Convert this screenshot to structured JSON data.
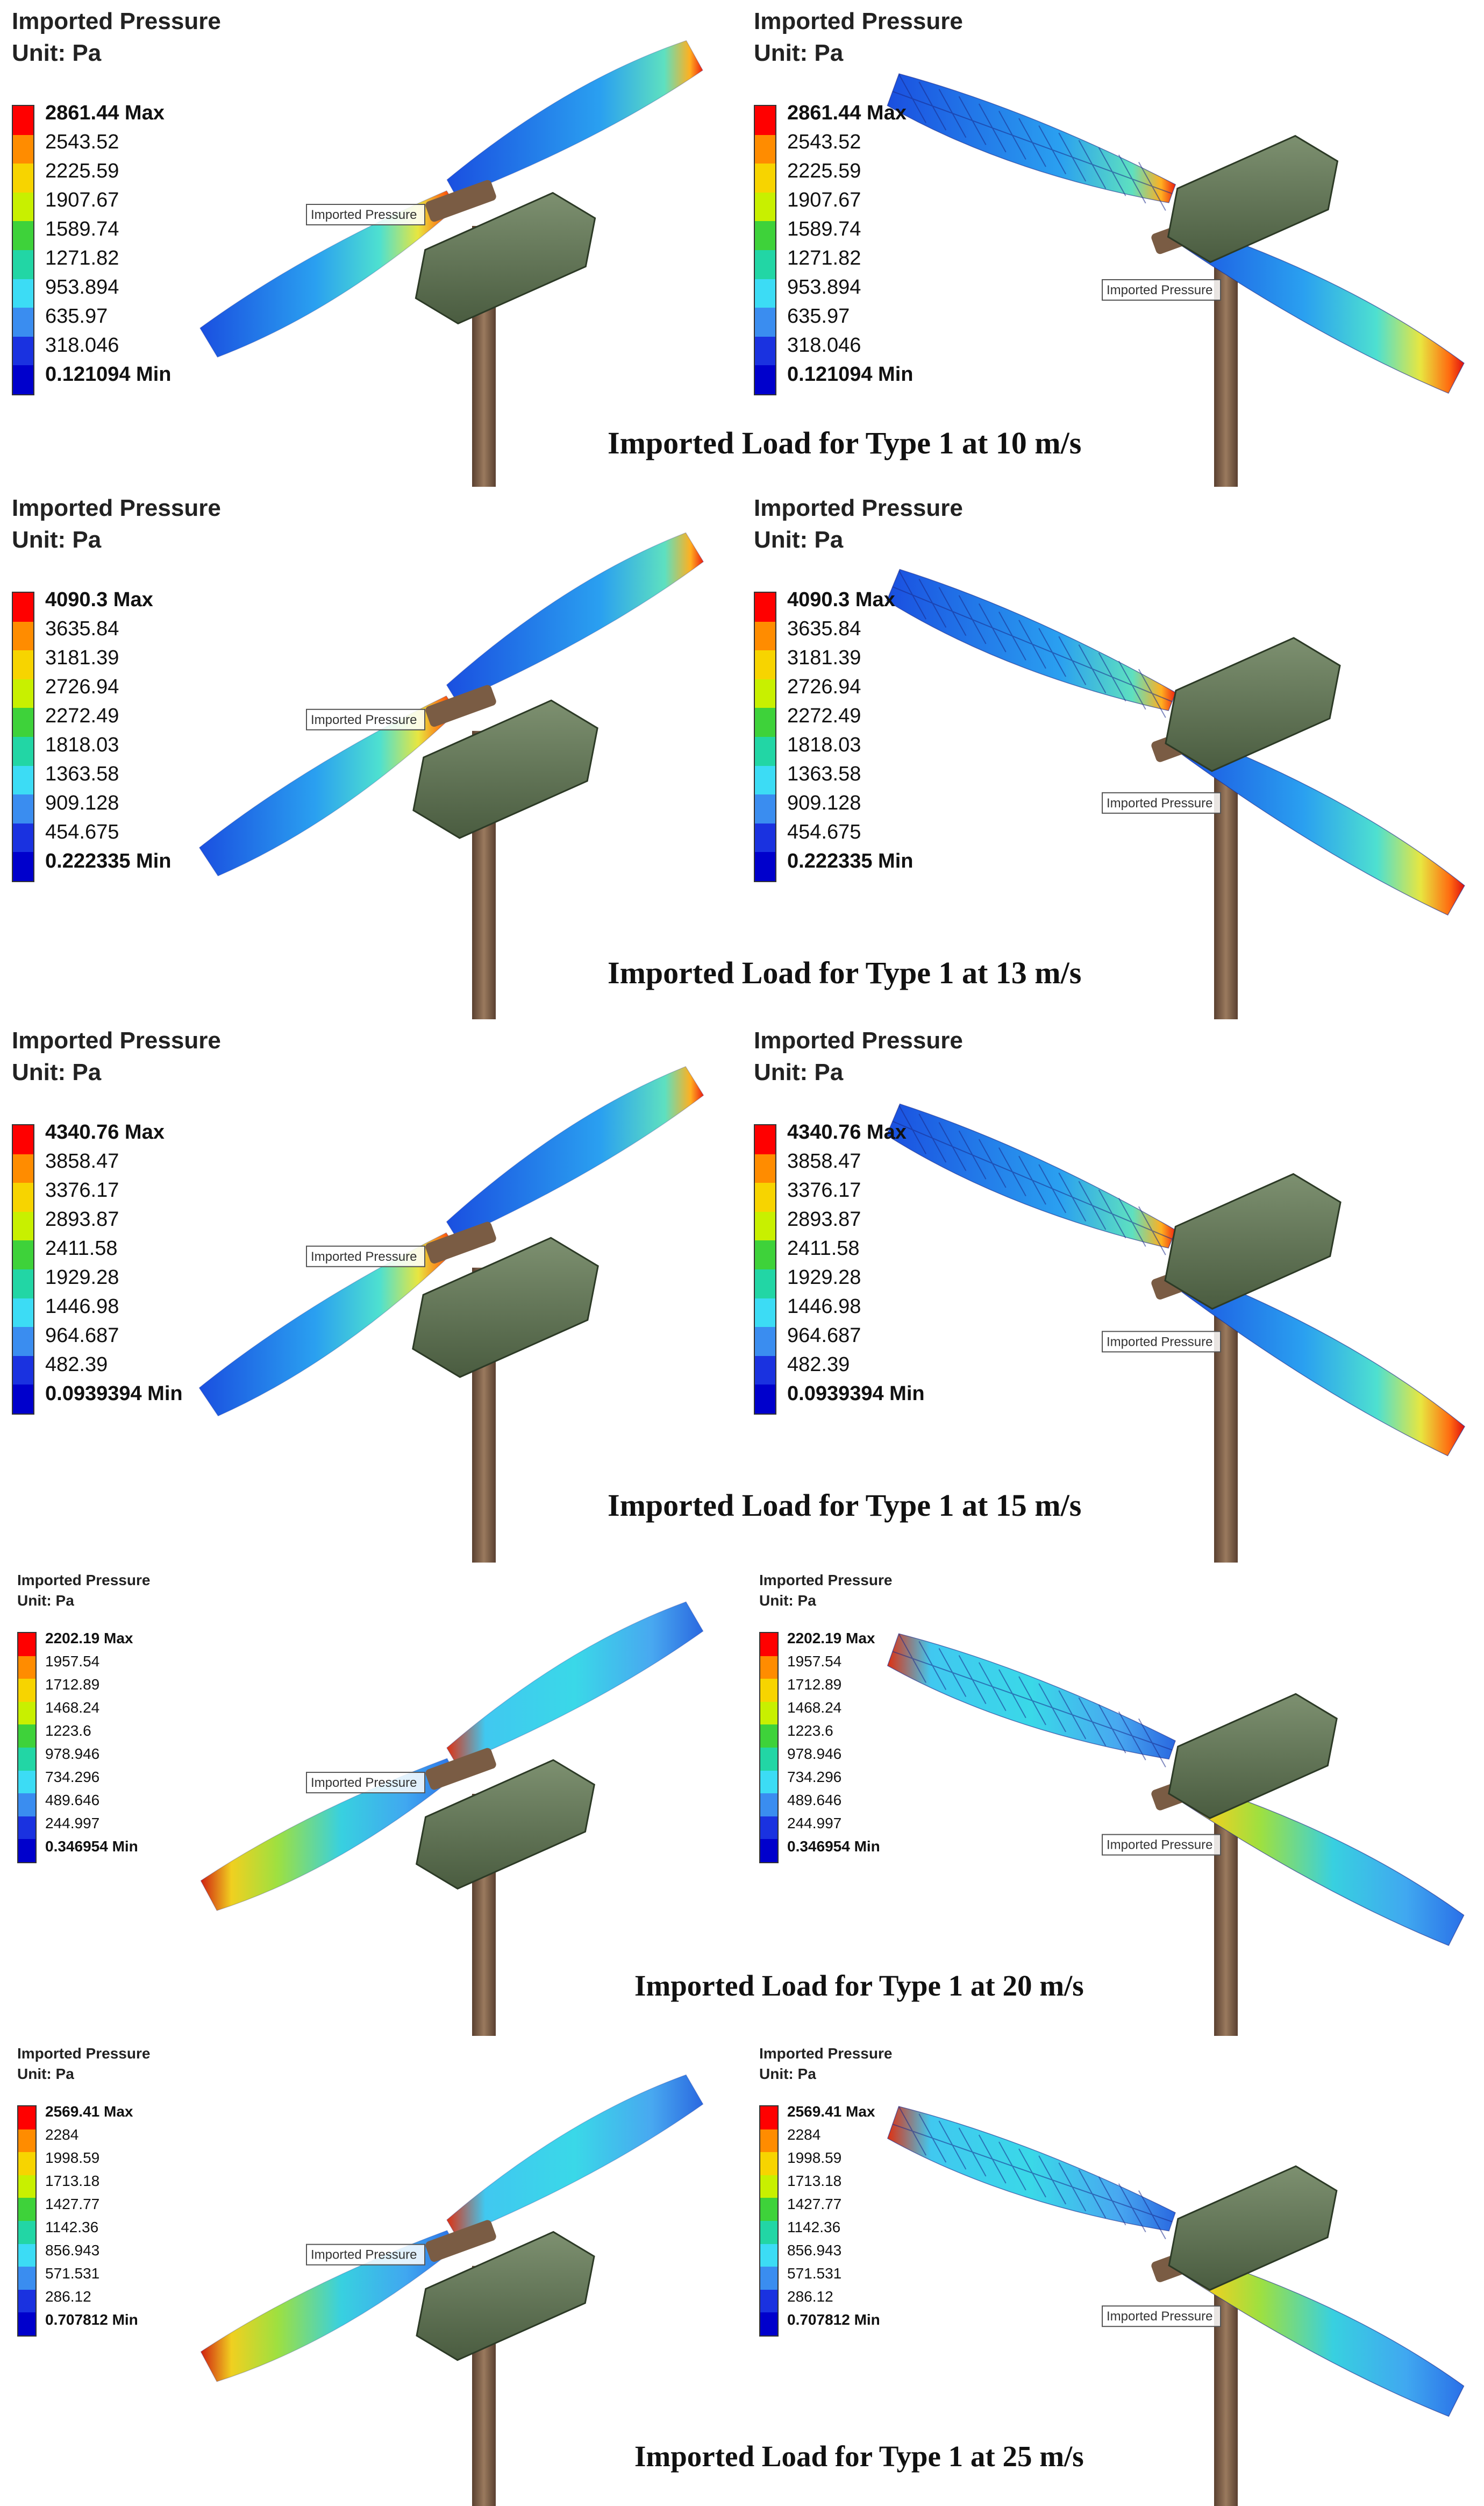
{
  "colors": {
    "scale": [
      "#ff0000",
      "#ff8c00",
      "#f7d400",
      "#c8f000",
      "#3ed23a",
      "#22d6a5",
      "#3cdcf5",
      "#3a8df0",
      "#1a32e0",
      "#0000cc"
    ],
    "hub_green": "#5d7150",
    "pole_brown": "#7a5c44",
    "wireframe": "#1a2a8a"
  },
  "rows": [
    {
      "caption": "Imported Load for Type 1 at 10 m/s",
      "panels": [
        {
          "title": "Imported Pressure",
          "unit": "Unit: Pa",
          "probe_label": "Imported Pressure",
          "levels": [
            "2861.44 Max",
            "2543.52",
            "2225.59",
            "1907.67",
            "1589.74",
            "1271.82",
            "953.894",
            "635.97",
            "318.046",
            "0.121094 Min"
          ],
          "pressure_peak": [
            "tip"
          ]
        },
        {
          "title": "Imported Pressure",
          "unit": "Unit: Pa",
          "probe_label": "Imported Pressure",
          "levels": [
            "2861.44 Max",
            "2543.52",
            "2225.59",
            "1907.67",
            "1589.74",
            "1271.82",
            "953.894",
            "635.97",
            "318.046",
            "0.121094 Min"
          ],
          "pressure_peak": [
            "tip"
          ]
        }
      ]
    },
    {
      "caption": "Imported Load for Type 1 at 13 m/s",
      "panels": [
        {
          "title": "Imported Pressure",
          "unit": "Unit: Pa",
          "probe_label": "Imported Pressure",
          "levels": [
            "4090.3 Max",
            "3635.84",
            "3181.39",
            "2726.94",
            "2272.49",
            "1818.03",
            "1363.58",
            "909.128",
            "454.675",
            "0.222335 Min"
          ],
          "pressure_peak": [
            "tip"
          ]
        },
        {
          "title": "Imported Pressure",
          "unit": "Unit: Pa",
          "probe_label": "Imported Pressure",
          "levels": [
            "4090.3 Max",
            "3635.84",
            "3181.39",
            "2726.94",
            "2272.49",
            "1818.03",
            "1363.58",
            "909.128",
            "454.675",
            "0.222335 Min"
          ],
          "pressure_peak": [
            "tip"
          ]
        }
      ]
    },
    {
      "caption": "Imported Load for Type 1 at 15 m/s",
      "panels": [
        {
          "title": "Imported Pressure",
          "unit": "Unit: Pa",
          "probe_label": "Imported Pressure",
          "levels": [
            "4340.76 Max",
            "3858.47",
            "3376.17",
            "2893.87",
            "2411.58",
            "1929.28",
            "1446.98",
            "964.687",
            "482.39",
            "0.0939394 Min"
          ],
          "pressure_peak": [
            "tip"
          ]
        },
        {
          "title": "Imported Pressure",
          "unit": "Unit: Pa",
          "probe_label": "Imported Pressure",
          "levels": [
            "4340.76 Max",
            "3858.47",
            "3376.17",
            "2893.87",
            "2411.58",
            "1929.28",
            "1446.98",
            "964.687",
            "482.39",
            "0.0939394 Min"
          ],
          "pressure_peak": [
            "tip"
          ]
        }
      ]
    },
    {
      "caption": "Imported Load for Type 1 at 20 m/s",
      "panels": [
        {
          "title": "Imported  Pressure",
          "unit": "Unit: Pa",
          "probe_label": "Imported Pressure",
          "levels": [
            "2202.19 Max",
            "1957.54",
            "1712.89",
            "1468.24",
            "1223.6",
            "978.946",
            "734.296",
            "489.646",
            "244.997",
            "0.346954 Min"
          ],
          "pressure_peak": [
            "root"
          ]
        },
        {
          "title": "Imported  Pressure",
          "unit": "Unit: Pa",
          "probe_label": "Imported Pressure",
          "levels": [
            "2202.19 Max",
            "1957.54",
            "1712.89",
            "1468.24",
            "1223.6",
            "978.946",
            "734.296",
            "489.646",
            "244.997",
            "0.346954 Min"
          ],
          "pressure_peak": [
            "root"
          ]
        }
      ]
    },
    {
      "caption": "Imported Load for Type 1 at 25 m/s",
      "panels": [
        {
          "title": "Imported  Pressure",
          "unit": "Unit: Pa",
          "probe_label": "Imported Pressure",
          "levels": [
            "2569.41 Max",
            "2284",
            "1998.59",
            "1713.18",
            "1427.77",
            "1142.36",
            "856.943",
            "571.531",
            "286.12",
            "0.707812 Min"
          ],
          "pressure_peak": [
            "root"
          ]
        },
        {
          "title": "Imported  Pressure",
          "unit": "Unit: Pa",
          "probe_label": "Imported Pressure",
          "levels": [
            "2569.41 Max",
            "2284",
            "1998.59",
            "1713.18",
            "1427.77",
            "1142.36",
            "856.943",
            "571.531",
            "286.12",
            "0.707812 Min"
          ],
          "pressure_peak": [
            "root"
          ]
        }
      ]
    }
  ]
}
